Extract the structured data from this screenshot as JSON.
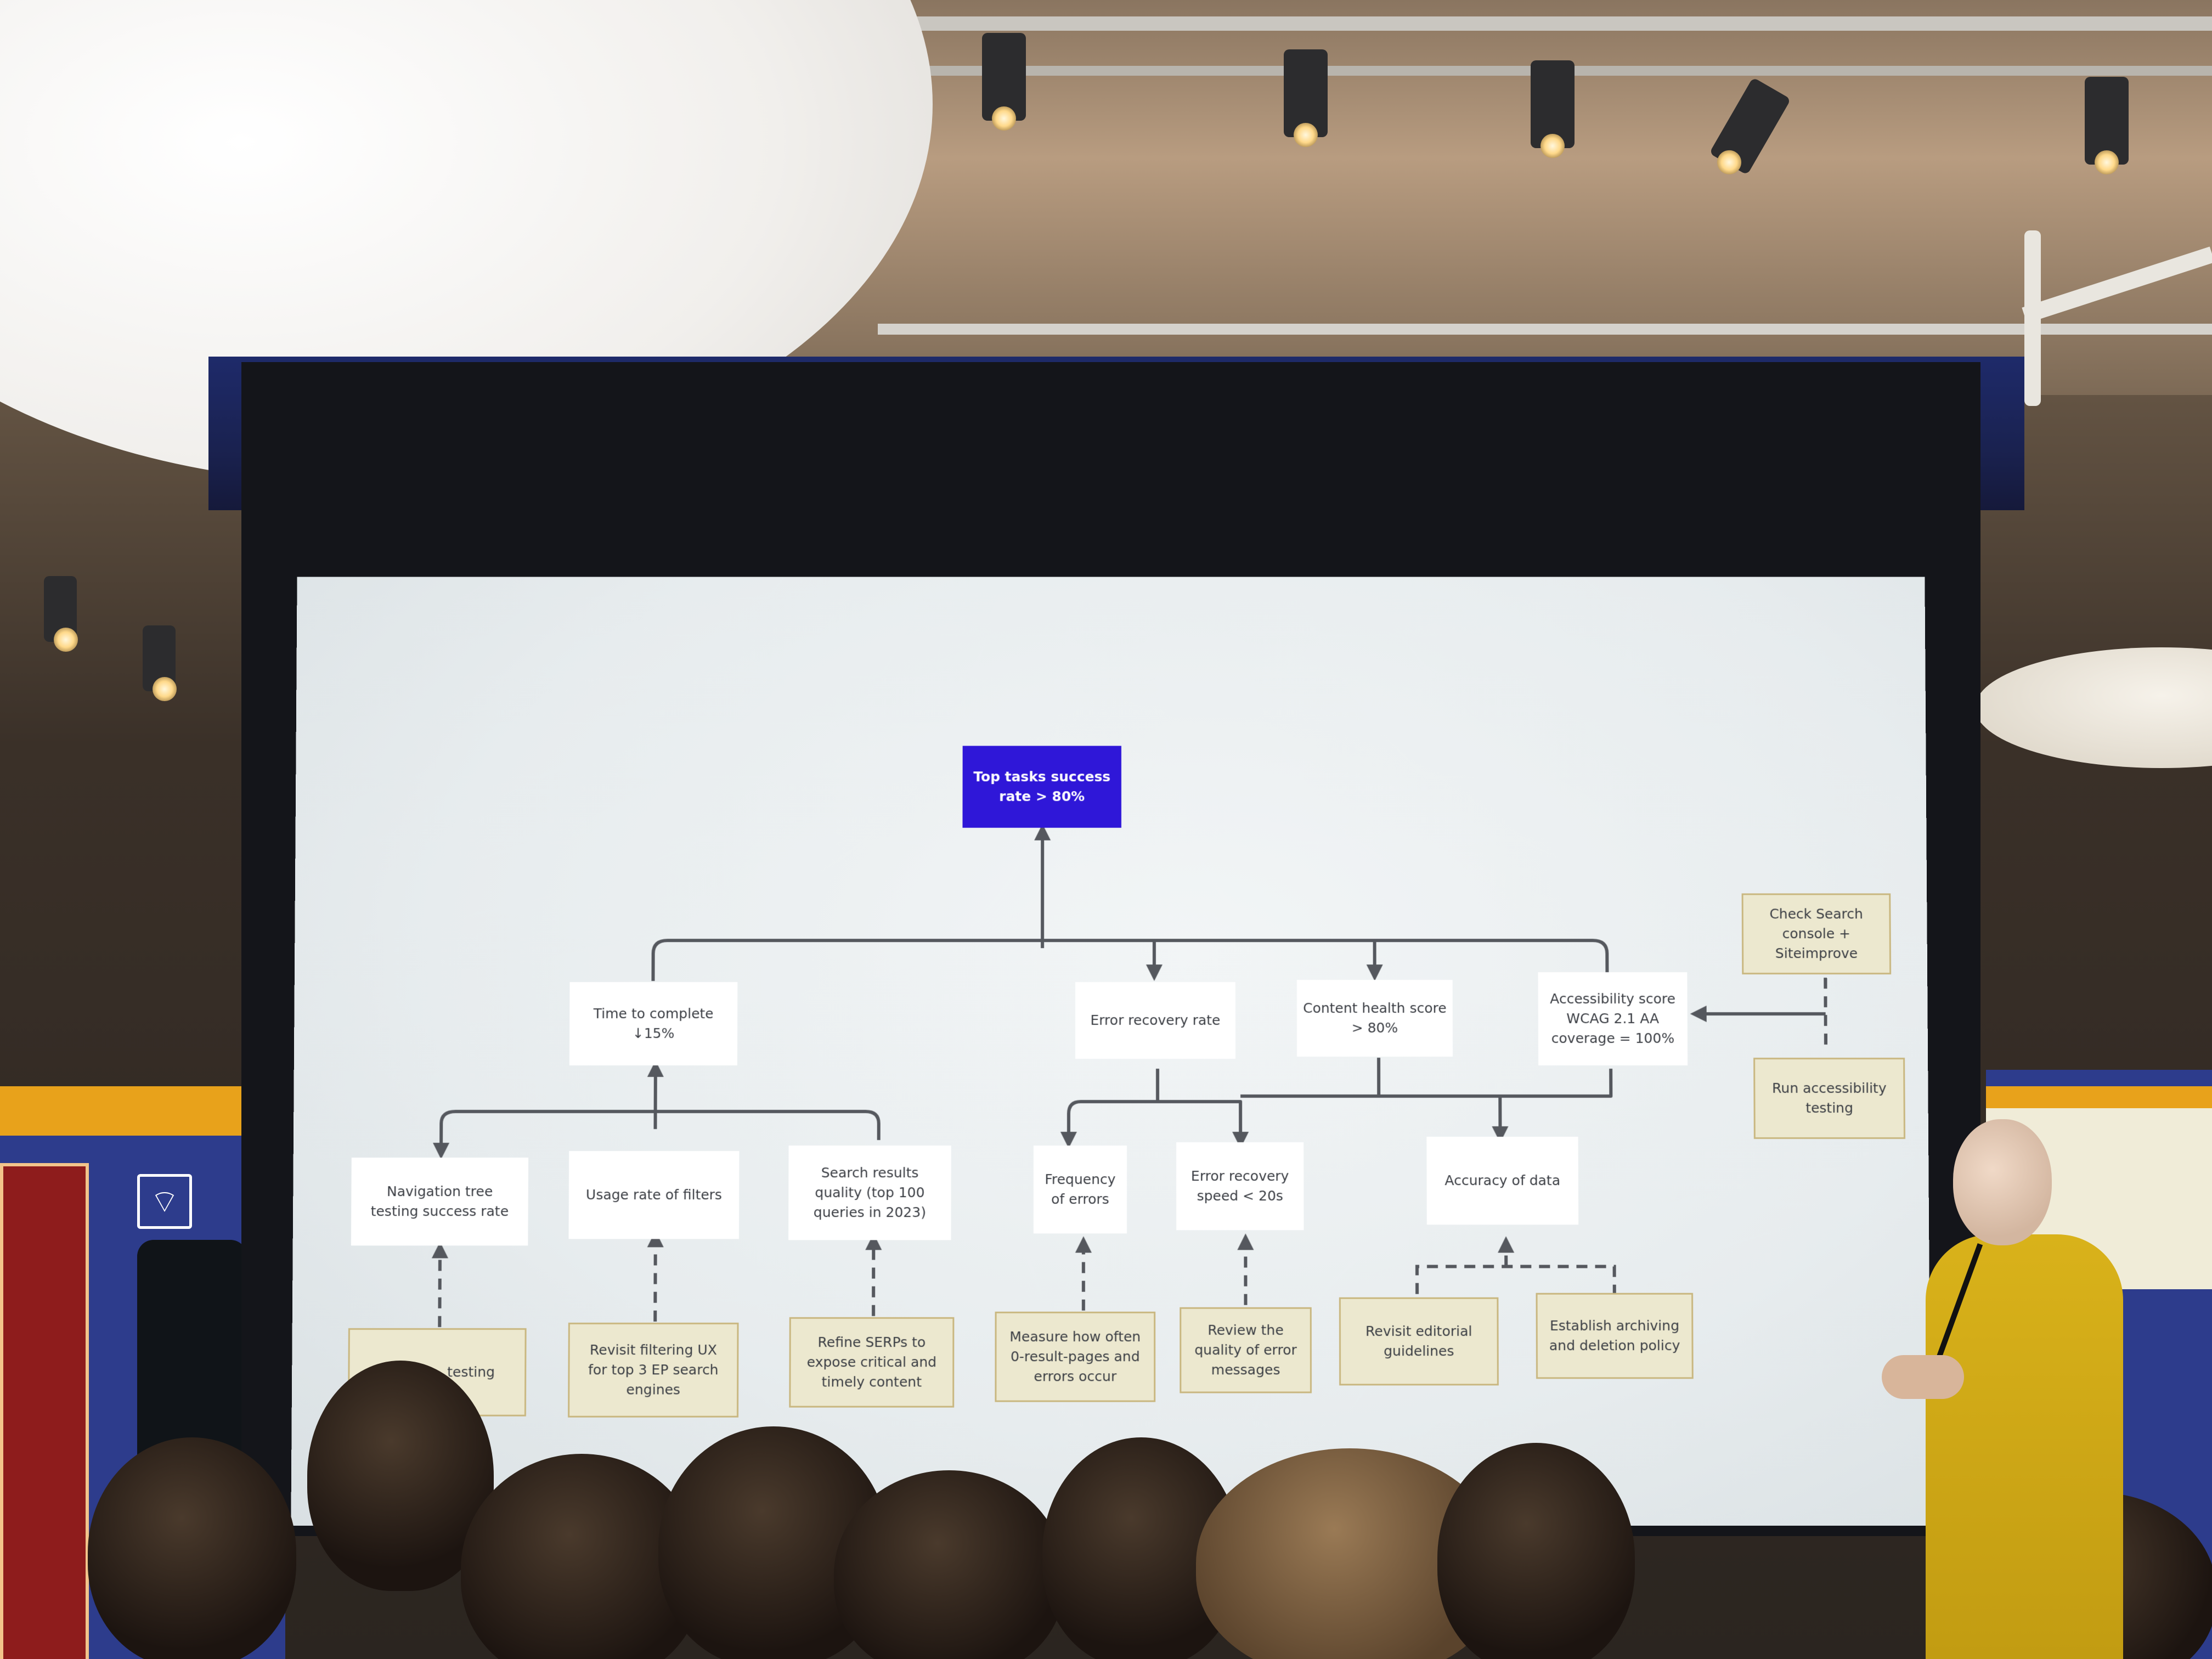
{
  "slide": {
    "goal": "Top tasks success\nrate > 80%",
    "metrics": {
      "time_to_complete": "Time to complete\n↓15%",
      "error_recovery_rate": "Error recovery rate",
      "content_health_score": "Content health score\n> 80%",
      "accessibility_score": "Accessibility score\nWCAG 2.1 AA\ncoverage = 100%"
    },
    "sub_metrics": {
      "navigation_tree": "Navigation tree\ntesting success rate",
      "usage_rate_filters": "Usage rate of filters",
      "search_results_quality": "Search results\nquality (top 100\nqueries in 2023)",
      "frequency_of_errors": "Frequency\nof errors",
      "error_recovery_speed": "Error recovery\nspeed < 20s",
      "accuracy_of_data": "Accuracy of data"
    },
    "actions": {
      "iterate_testing": "Iterate ... testing",
      "revisit_filtering": "Revisit filtering UX\nfor top 3 EP search\nengines",
      "refine_serps": "Refine SERPs to\nexpose critical and\ntimely content",
      "measure_zero_results": "Measure how often\n0-result-pages and\nerrors occur",
      "review_error_messages": "Review the\nquality of error\nmessages",
      "revisit_editorial": "Revisit editorial\nguidelines",
      "establish_archiving": "Establish archiving\nand deletion policy",
      "check_search_console": "Check Search\nconsole +\nSiteimprove",
      "run_accessibility_testing": "Run accessibility\ntesting"
    },
    "colors": {
      "goal_fill": "#2f17d8",
      "metric_fill": "#ffffff",
      "action_fill": "#ece8cf",
      "action_border": "#c9b780",
      "connector": "#55585e"
    }
  },
  "scene": {
    "wifi_icon": "wifi-icon",
    "wifi_glyph": "⌔"
  }
}
